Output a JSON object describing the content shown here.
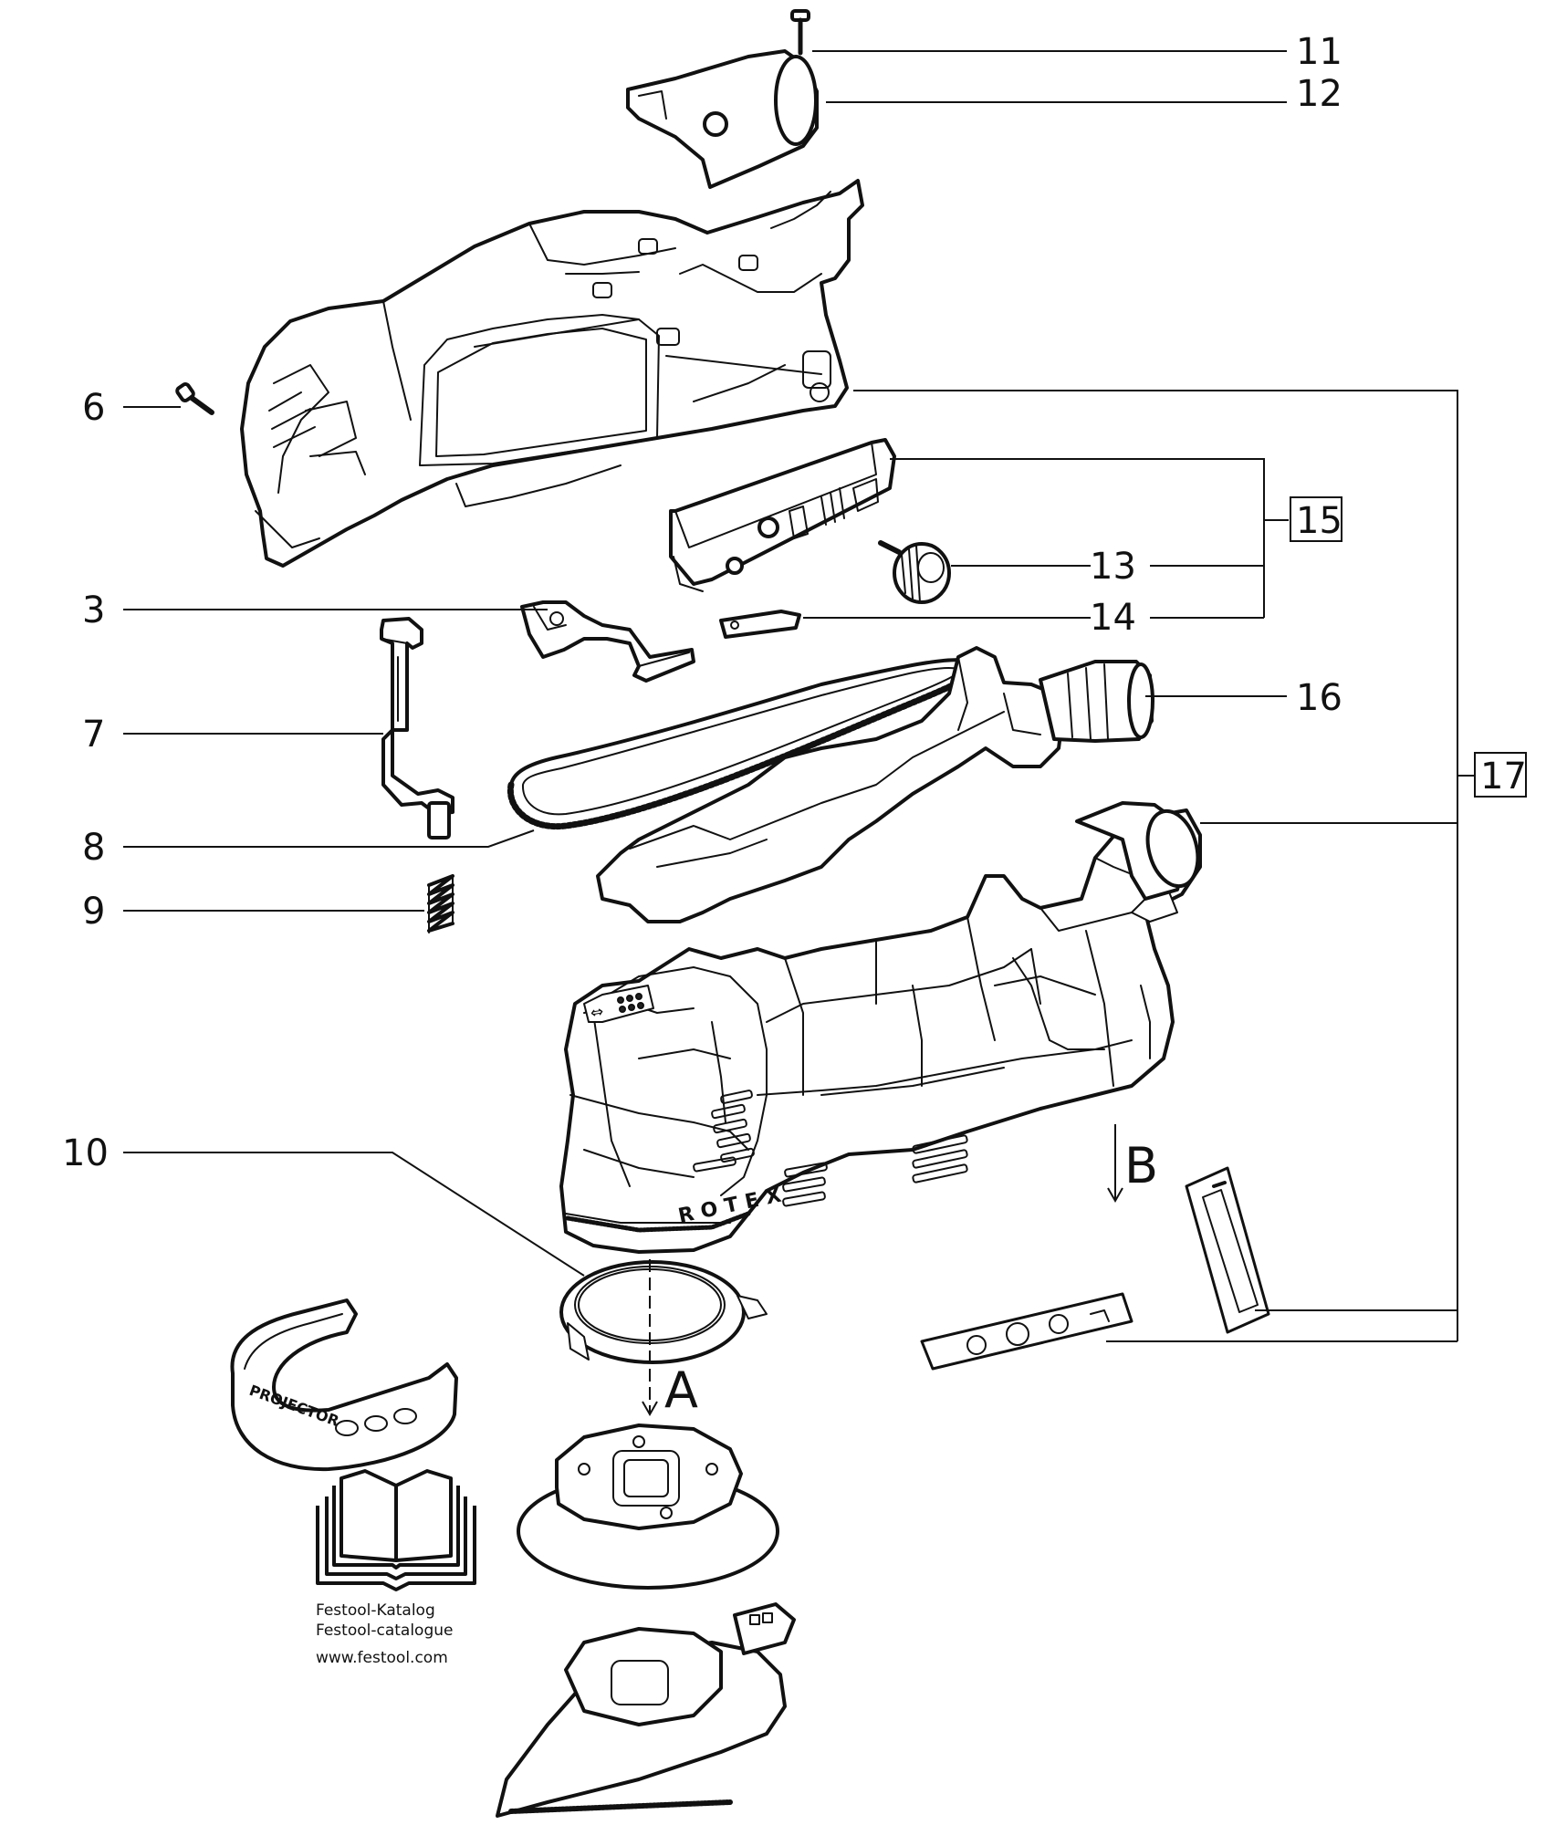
{
  "parts": [
    {
      "id": "3",
      "label": "3"
    },
    {
      "id": "6",
      "label": "6"
    },
    {
      "id": "7",
      "label": "7"
    },
    {
      "id": "8",
      "label": "8"
    },
    {
      "id": "9",
      "label": "9"
    },
    {
      "id": "10",
      "label": "10"
    },
    {
      "id": "11",
      "label": "11"
    },
    {
      "id": "12",
      "label": "12"
    },
    {
      "id": "13",
      "label": "13"
    },
    {
      "id": "14",
      "label": "14"
    },
    {
      "id": "15",
      "label": "15",
      "boxed": true
    },
    {
      "id": "16",
      "label": "16"
    },
    {
      "id": "17",
      "label": "17",
      "boxed": true
    }
  ],
  "views": {
    "a": "A",
    "b": "B"
  },
  "catalog": {
    "line1": "Festool-Katalog",
    "line2": "Festool-catalogue",
    "line3": "www.festool.com"
  },
  "markings": {
    "brand": "ROTEX",
    "projector": "PROJECTOR"
  }
}
